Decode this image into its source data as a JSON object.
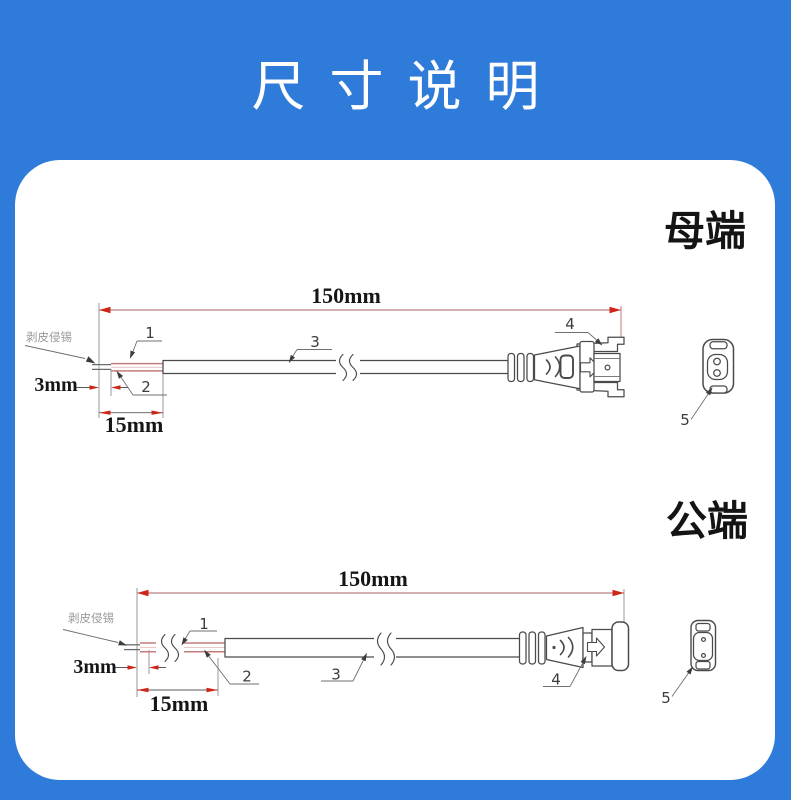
{
  "colors": {
    "banner_blue": "#2f7bd9",
    "card_white": "#ffffff",
    "drawing_line": "#4a4a4a",
    "dimension_red": "#cf2418",
    "dimension_line_red": "#a86060",
    "wire_pink": "#c47c7c",
    "note_gray": "#9a9a9a"
  },
  "header": {
    "title": "尺寸说明"
  },
  "female": {
    "side_label": "母端",
    "strip_note": "剥皮侵锡",
    "dim_total": "150mm",
    "dim_strip": "3mm",
    "dim_inner": "15mm",
    "callout_1": "1",
    "callout_2": "2",
    "callout_3": "3",
    "callout_4": "4",
    "callout_5": "5"
  },
  "male": {
    "side_label": "公端",
    "strip_note": "剥皮侵锡",
    "dim_total": "150mm",
    "dim_strip": "3mm",
    "dim_inner": "15mm",
    "callout_1": "1",
    "callout_2": "2",
    "callout_3": "3",
    "callout_4": "4",
    "callout_5": "5"
  }
}
